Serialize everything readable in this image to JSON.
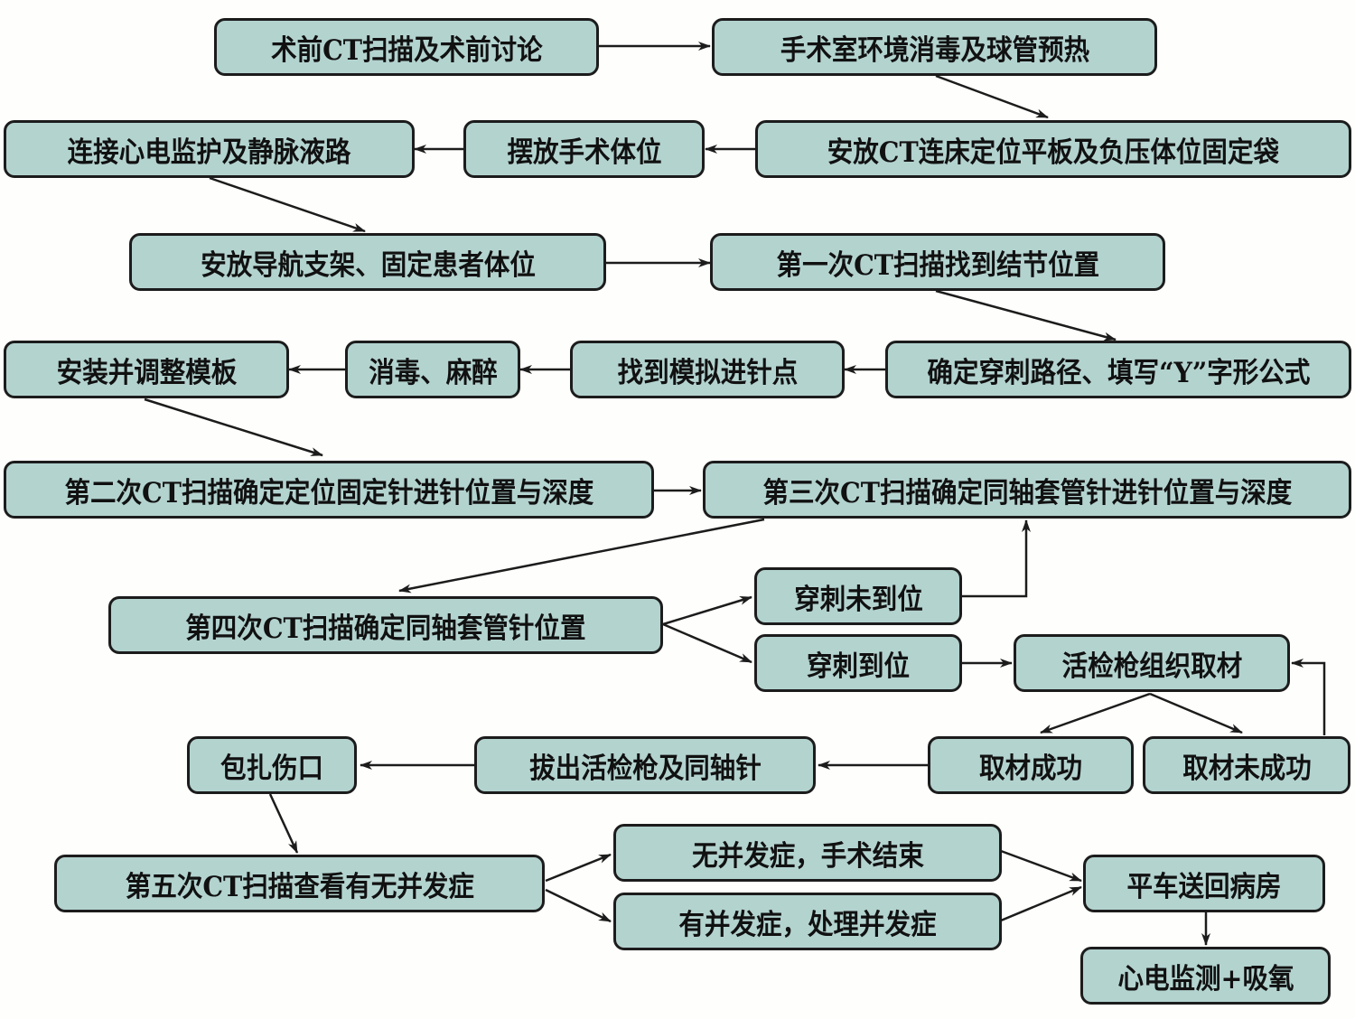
{
  "colors": {
    "node_fill": "#b3d3cf",
    "node_border": "#1c1c1c",
    "edge": "#1c1c1c",
    "background": "#fefefc"
  },
  "nodes": {
    "n1": "术前CT扫描及术前讨论",
    "n2": "手术室环境消毒及球管预热",
    "n3": "安放CT连床定位平板及负压体位固定袋",
    "n4": "摆放手术体位",
    "n5": "连接心电监护及静脉液路",
    "n6": "安放导航支架、固定患者体位",
    "n7": "第一次CT扫描找到结节位置",
    "n8": "确定穿刺路径、填写“Y”字形公式",
    "n9": "找到模拟进针点",
    "n10": "消毒、麻醉",
    "n11": "安装并调整模板",
    "n12": "第二次CT扫描确定定位固定针进针位置与深度",
    "n13": "第三次CT扫描确定同轴套管针进针位置与深度",
    "n14": "第四次CT扫描确定同轴套管针位置",
    "n15": "穿刺未到位",
    "n16": "穿刺到位",
    "n17": "活检枪组织取材",
    "n18": "取材成功",
    "n19": "取材未成功",
    "n20": "拔出活检枪及同轴针",
    "n21": "包扎伤口",
    "n22": "第五次CT扫描查看有无并发症",
    "n23": "无并发症，手术结束",
    "n24": "有并发症，处理并发症",
    "n25": "平车送回病房",
    "n26": "心电监测+吸氧"
  },
  "edges": [
    [
      "n1",
      "n2"
    ],
    [
      "n2",
      "n3"
    ],
    [
      "n3",
      "n4"
    ],
    [
      "n4",
      "n5"
    ],
    [
      "n5",
      "n6"
    ],
    [
      "n6",
      "n7"
    ],
    [
      "n7",
      "n8"
    ],
    [
      "n8",
      "n9"
    ],
    [
      "n9",
      "n10"
    ],
    [
      "n10",
      "n11"
    ],
    [
      "n11",
      "n12"
    ],
    [
      "n12",
      "n13"
    ],
    [
      "n13",
      "n14"
    ],
    [
      "n14",
      "n15"
    ],
    [
      "n14",
      "n16"
    ],
    [
      "n15",
      "n13"
    ],
    [
      "n16",
      "n17"
    ],
    [
      "n17",
      "n18"
    ],
    [
      "n17",
      "n19"
    ],
    [
      "n19",
      "n17"
    ],
    [
      "n18",
      "n20"
    ],
    [
      "n20",
      "n21"
    ],
    [
      "n21",
      "n22"
    ],
    [
      "n22",
      "n23"
    ],
    [
      "n22",
      "n24"
    ],
    [
      "n23",
      "n25"
    ],
    [
      "n24",
      "n25"
    ],
    [
      "n25",
      "n26"
    ]
  ]
}
